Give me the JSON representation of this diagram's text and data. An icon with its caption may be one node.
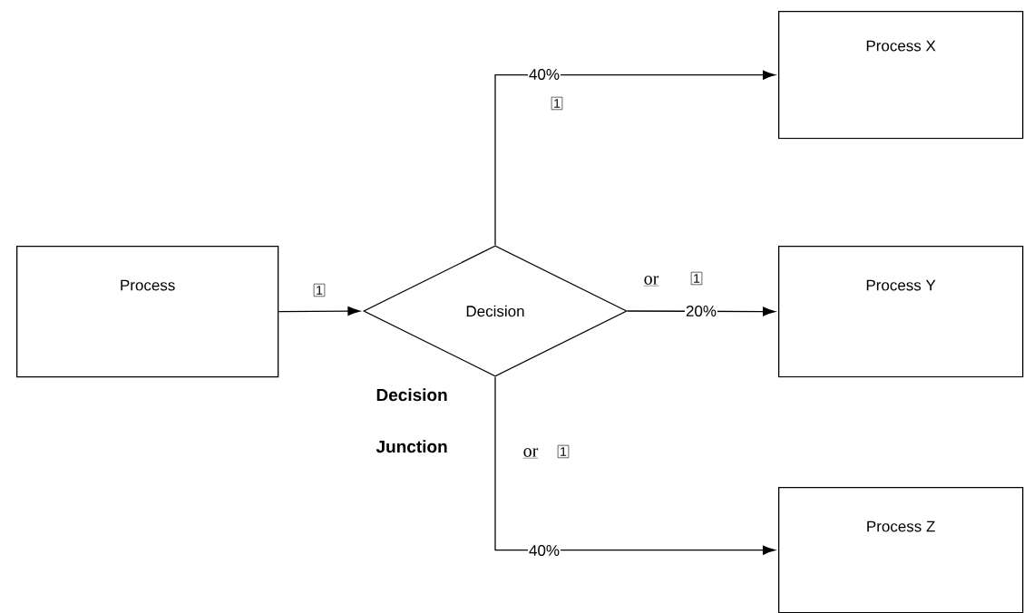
{
  "diagram": {
    "nodes": [
      {
        "text": [
          "Process"
        ]
      },
      {
        "text": [
          "Decision"
        ],
        "beside": [
          "Decision Junction"
        ]
      },
      {
        "text": [
          "Process X"
        ]
      },
      {
        "text": [
          "Process Y"
        ]
      },
      {
        "text": [
          "Process Z"
        ]
      }
    ],
    "edges": [
      {
        "from": 0,
        "to": 1,
        "arrow": "to"
      },
      {
        "from": 1,
        "to": 2,
        "arrow": "to",
        "label": "40%"
      },
      {
        "from": 1,
        "to": 3,
        "arrow": "to",
        "label": "20%"
      },
      {
        "from": 1,
        "to": 4,
        "arrow": "to",
        "label": "40%"
      }
    ],
    "labels": [
      "1",
      "1",
      "or",
      "1",
      "or",
      "1"
    ]
  }
}
